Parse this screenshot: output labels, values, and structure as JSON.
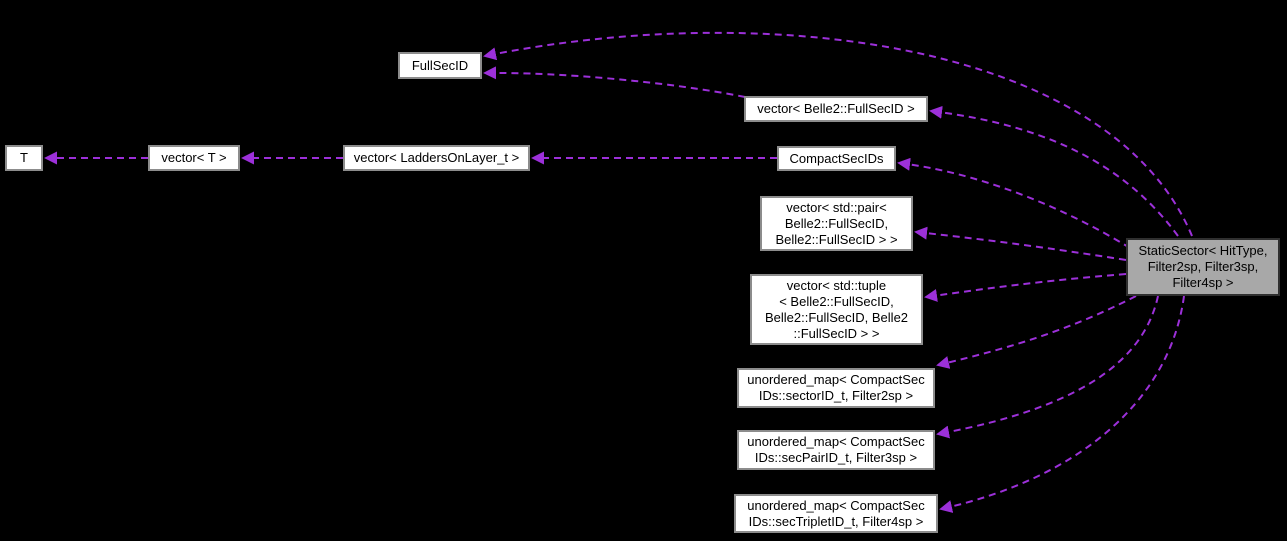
{
  "diagram": {
    "kind": "class-collaboration-graph",
    "background_color": "#000000",
    "edge_color": "#9c30d9",
    "edge_style": "dashed",
    "node_fill": "#ffffff",
    "node_border_color": "#8c8c8c",
    "current_node_fill": "#a8a8a8",
    "nodes": {
      "fullsecid": {
        "label": "FullSecID"
      },
      "vector_belle2_fullsecid": {
        "label": "vector< Belle2::FullSecID >"
      },
      "t": {
        "label": "T"
      },
      "vector_t": {
        "label": "vector< T >"
      },
      "vector_laddersonlayer_t": {
        "label": "vector< LaddersOnLayer_t >"
      },
      "compactsecids": {
        "label": "CompactSecIDs"
      },
      "vector_std_pair": {
        "label": "vector< std::pair<\nBelle2::FullSecID,\nBelle2::FullSecID > >"
      },
      "vector_std_tuple": {
        "label": "vector< std::tuple\n< Belle2::FullSecID,\nBelle2::FullSecID, Belle2\n::FullSecID > >"
      },
      "unordered_map_filter2sp": {
        "label": "unordered_map< CompactSec\nIDs::sectorID_t, Filter2sp >"
      },
      "unordered_map_filter3sp": {
        "label": "unordered_map< CompactSec\nIDs::secPairID_t, Filter3sp >"
      },
      "unordered_map_filter4sp": {
        "label": "unordered_map< CompactSec\nIDs::secTripletID_t, Filter4sp >"
      },
      "staticsector": {
        "label": "StaticSector< HitType,\nFilter2sp, Filter3sp,\nFilter4sp >"
      }
    },
    "edges": [
      {
        "from": "staticsector",
        "to": "fullsecid"
      },
      {
        "from": "vector_belle2_fullsecid",
        "to": "fullsecid"
      },
      {
        "from": "staticsector",
        "to": "vector_belle2_fullsecid"
      },
      {
        "from": "staticsector",
        "to": "compactsecids"
      },
      {
        "from": "compactsecids",
        "to": "vector_laddersonlayer_t"
      },
      {
        "from": "vector_laddersonlayer_t",
        "to": "vector_t"
      },
      {
        "from": "vector_t",
        "to": "t"
      },
      {
        "from": "staticsector",
        "to": "vector_std_pair"
      },
      {
        "from": "staticsector",
        "to": "vector_std_tuple"
      },
      {
        "from": "staticsector",
        "to": "unordered_map_filter2sp"
      },
      {
        "from": "staticsector",
        "to": "unordered_map_filter3sp"
      },
      {
        "from": "staticsector",
        "to": "unordered_map_filter4sp"
      }
    ]
  }
}
